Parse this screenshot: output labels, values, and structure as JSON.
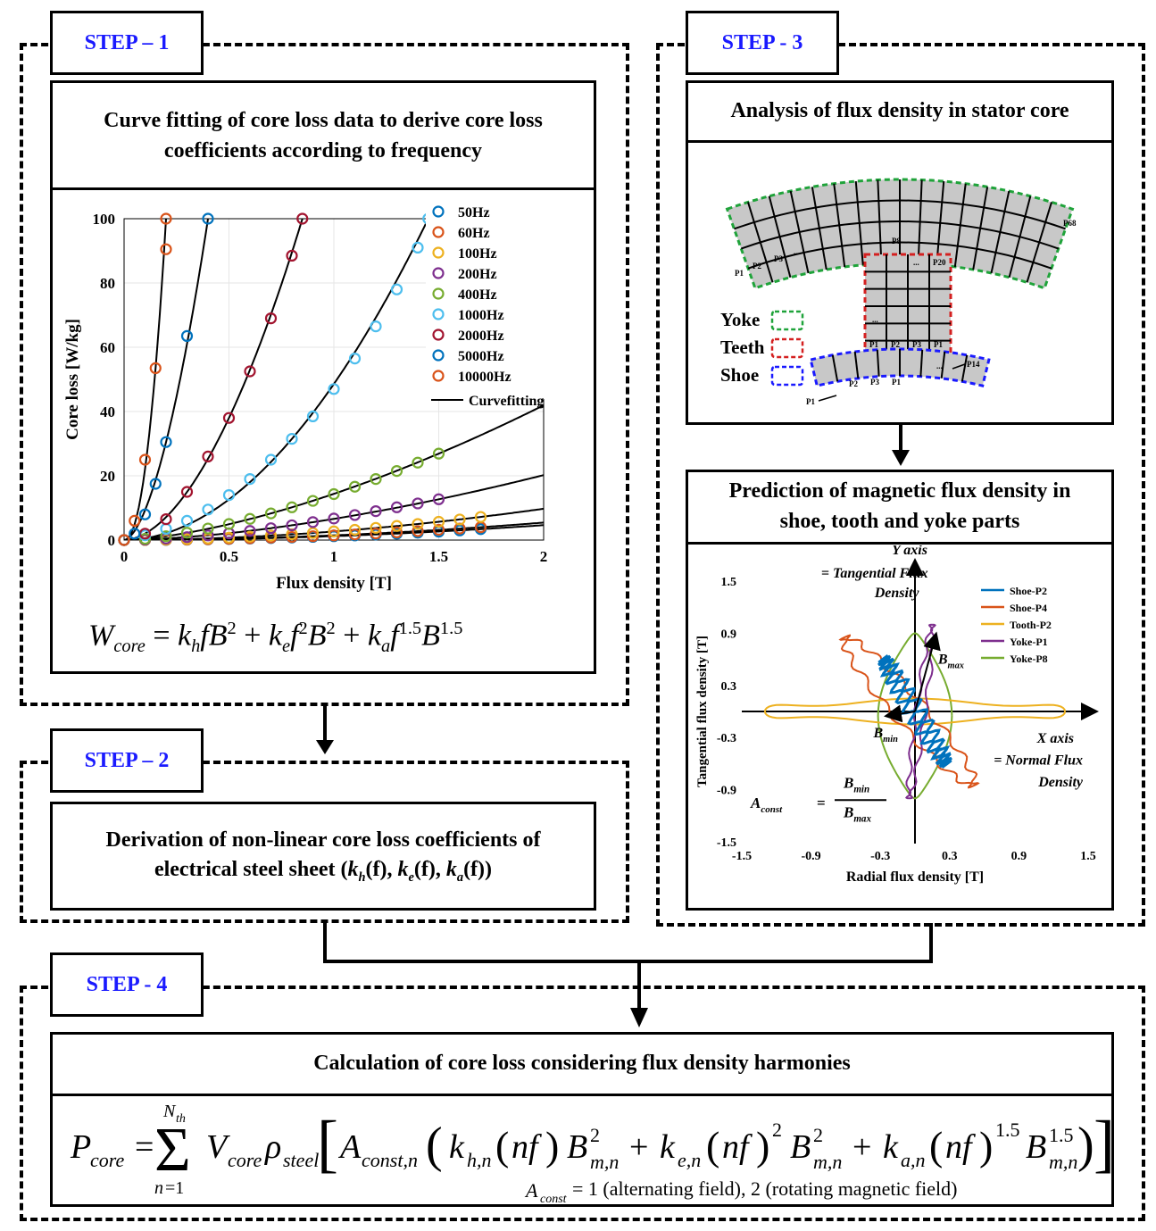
{
  "steps": {
    "step1": {
      "tag": "STEP – 1",
      "title": "Curve fitting of core loss data to derive core loss coefficients according to frequency"
    },
    "step2": {
      "tag": "STEP – 2",
      "title_part1": "Derivation of non-linear core loss coefficients of",
      "title_part2": "electrical steel sheet (",
      "kh": "k",
      "kh_sub": "h",
      "ke": "k",
      "ke_sub": "e",
      "ka": "k",
      "ka_sub": "a",
      "f": "(f)"
    },
    "step3": {
      "tag": "STEP - 3",
      "title": "Analysis of flux density in stator core",
      "subtitle": "Prediction of magnetic flux density in shoe, tooth and yoke parts"
    },
    "step4": {
      "tag": "STEP - 4",
      "title": "Calculation of core loss considering flux density harmonies"
    }
  },
  "step1_formula": "W_core = k_h f B^2 + k_e f^2 B^2 + k_a f^1.5 B^1.5",
  "step4_formula_note": "= 1 (alternating field), 2 (rotating magnetic field)",
  "stator": {
    "legend": [
      "Yoke",
      "Teeth",
      "Shoe"
    ],
    "yoke_labels": [
      "P1",
      "P2",
      "P3",
      "...",
      "...",
      "P8",
      "...",
      "P68"
    ],
    "teeth_labels": [
      "...",
      "P20",
      "...",
      "P1",
      "P2",
      "P3",
      "P1"
    ],
    "shoe_labels": [
      "P1",
      "P2",
      "P3",
      "P1",
      "...",
      "P14"
    ],
    "colors": {
      "yoke": "#1fa33a",
      "teeth": "#d42020",
      "shoe": "#1a1aff",
      "fill": "#c8c8c8"
    }
  },
  "chart_data": [
    {
      "type": "scatter",
      "xlabel": "Flux density [T]",
      "ylabel": "Core loss [W/kg]",
      "xlim": [
        0,
        2
      ],
      "ylim": [
        0,
        100
      ],
      "xticks": [
        "0",
        "0.5",
        "1",
        "1.5",
        "2"
      ],
      "yticks": [
        "0",
        "20",
        "40",
        "60",
        "80",
        "100"
      ],
      "legend_position": "top-right",
      "fit_label": "Curvefitting",
      "series": [
        {
          "name": "50Hz",
          "color": "#0072bd",
          "x": [
            0.1,
            0.2,
            0.3,
            0.4,
            0.5,
            0.6,
            0.7,
            0.8,
            0.9,
            1.0,
            1.1,
            1.2,
            1.3,
            1.4,
            1.5,
            1.6,
            1.7
          ],
          "y": [
            0.02,
            0.06,
            0.13,
            0.22,
            0.33,
            0.47,
            0.62,
            0.8,
            1.0,
            1.2,
            1.45,
            1.7,
            2.0,
            2.3,
            2.6,
            3.0,
            3.4
          ]
        },
        {
          "name": "60Hz",
          "color": "#d95319",
          "x": [
            0.1,
            0.2,
            0.3,
            0.4,
            0.5,
            0.6,
            0.7,
            0.8,
            0.9,
            1.0,
            1.1,
            1.2,
            1.3,
            1.4,
            1.5,
            1.6,
            1.7
          ],
          "y": [
            0.03,
            0.08,
            0.16,
            0.27,
            0.4,
            0.56,
            0.75,
            0.96,
            1.2,
            1.45,
            1.75,
            2.05,
            2.4,
            2.8,
            3.2,
            3.6,
            4.0
          ]
        },
        {
          "name": "100Hz",
          "color": "#edb120",
          "x": [
            0.1,
            0.2,
            0.3,
            0.4,
            0.5,
            0.6,
            0.7,
            0.8,
            0.9,
            1.0,
            1.1,
            1.2,
            1.3,
            1.4,
            1.5,
            1.6,
            1.7
          ],
          "y": [
            0.05,
            0.15,
            0.3,
            0.5,
            0.75,
            1.05,
            1.4,
            1.8,
            2.2,
            2.7,
            3.2,
            3.8,
            4.4,
            5.0,
            5.7,
            6.4,
            7.2
          ]
        },
        {
          "name": "200Hz",
          "color": "#7e2f8e",
          "x": [
            0.1,
            0.2,
            0.3,
            0.4,
            0.5,
            0.6,
            0.7,
            0.8,
            0.9,
            1.0,
            1.1,
            1.2,
            1.3,
            1.4,
            1.5
          ],
          "y": [
            0.15,
            0.45,
            0.9,
            1.45,
            2.1,
            2.85,
            3.7,
            4.6,
            5.6,
            6.7,
            7.8,
            9.0,
            10.2,
            11.4,
            12.7
          ]
        },
        {
          "name": "400Hz",
          "color": "#77ac30",
          "x": [
            0.1,
            0.2,
            0.3,
            0.4,
            0.5,
            0.6,
            0.7,
            0.8,
            0.9,
            1.0,
            1.1,
            1.2,
            1.3,
            1.4,
            1.5
          ],
          "y": [
            0.4,
            1.2,
            2.3,
            3.6,
            5.0,
            6.6,
            8.3,
            10.2,
            12.2,
            14.3,
            16.6,
            19.0,
            21.5,
            24.1,
            26.9
          ]
        },
        {
          "name": "1000Hz",
          "color": "#4dbeee",
          "x": [
            0.1,
            0.2,
            0.3,
            0.4,
            0.5,
            0.6,
            0.7,
            0.8,
            0.9,
            1.0,
            1.1,
            1.2,
            1.3,
            1.4,
            1.45
          ],
          "y": [
            1.5,
            3.5,
            6.0,
            9.5,
            14.0,
            19.0,
            25.0,
            31.5,
            38.5,
            47.0,
            56.5,
            66.5,
            78.0,
            91.0,
            100
          ]
        },
        {
          "name": "2000Hz",
          "color": "#a2142f",
          "x": [
            0.1,
            0.2,
            0.3,
            0.4,
            0.5,
            0.6,
            0.7,
            0.8,
            0.85
          ],
          "y": [
            2.0,
            6.5,
            15.0,
            26.0,
            38.0,
            52.5,
            69.0,
            88.5,
            100
          ]
        },
        {
          "name": "5000Hz",
          "color": "#0072bd",
          "x": [
            0.05,
            0.1,
            0.15,
            0.2,
            0.3,
            0.4
          ],
          "y": [
            2.0,
            8.0,
            17.5,
            30.5,
            63.5,
            100
          ]
        },
        {
          "name": "10000Hz",
          "color": "#d95319",
          "x": [
            0.05,
            0.1,
            0.15,
            0.2,
            0.2
          ],
          "y": [
            6.0,
            25.0,
            53.5,
            90.5,
            100
          ]
        }
      ]
    },
    {
      "type": "line",
      "xlabel": "Radial flux density [T]",
      "ylabel": "Tangential flux density [T]",
      "xlim": [
        -1.5,
        1.5
      ],
      "ylim": [
        -1.5,
        1.5
      ],
      "xticks": [
        "-1.5",
        "-0.9",
        "-0.3",
        "0.3",
        "0.9",
        "1.5"
      ],
      "yticks": [
        "1.5",
        "0.9",
        "0.3",
        "-0.3",
        "-0.9",
        "-1.5"
      ],
      "legend_position": "top-right",
      "annotations": {
        "y_axis_title": "Y axis",
        "y_axis_desc": "= Tangential Flux Density",
        "x_axis_title": "X axis",
        "x_axis_desc": "= Normal Flux Density",
        "bmax": "B",
        "bmax_sub": "max",
        "bmin": "B",
        "bmin_sub": "min",
        "aconst": "A",
        "aconst_sub": "const"
      },
      "series": [
        {
          "name": "Shoe-P2",
          "color": "#0072bd"
        },
        {
          "name": "Shoe-P4",
          "color": "#d95319"
        },
        {
          "name": "Tooth-P2",
          "color": "#edb120"
        },
        {
          "name": "Yoke-P1",
          "color": "#7e2f8e"
        },
        {
          "name": "Yoke-P8",
          "color": "#77ac30"
        }
      ]
    }
  ]
}
